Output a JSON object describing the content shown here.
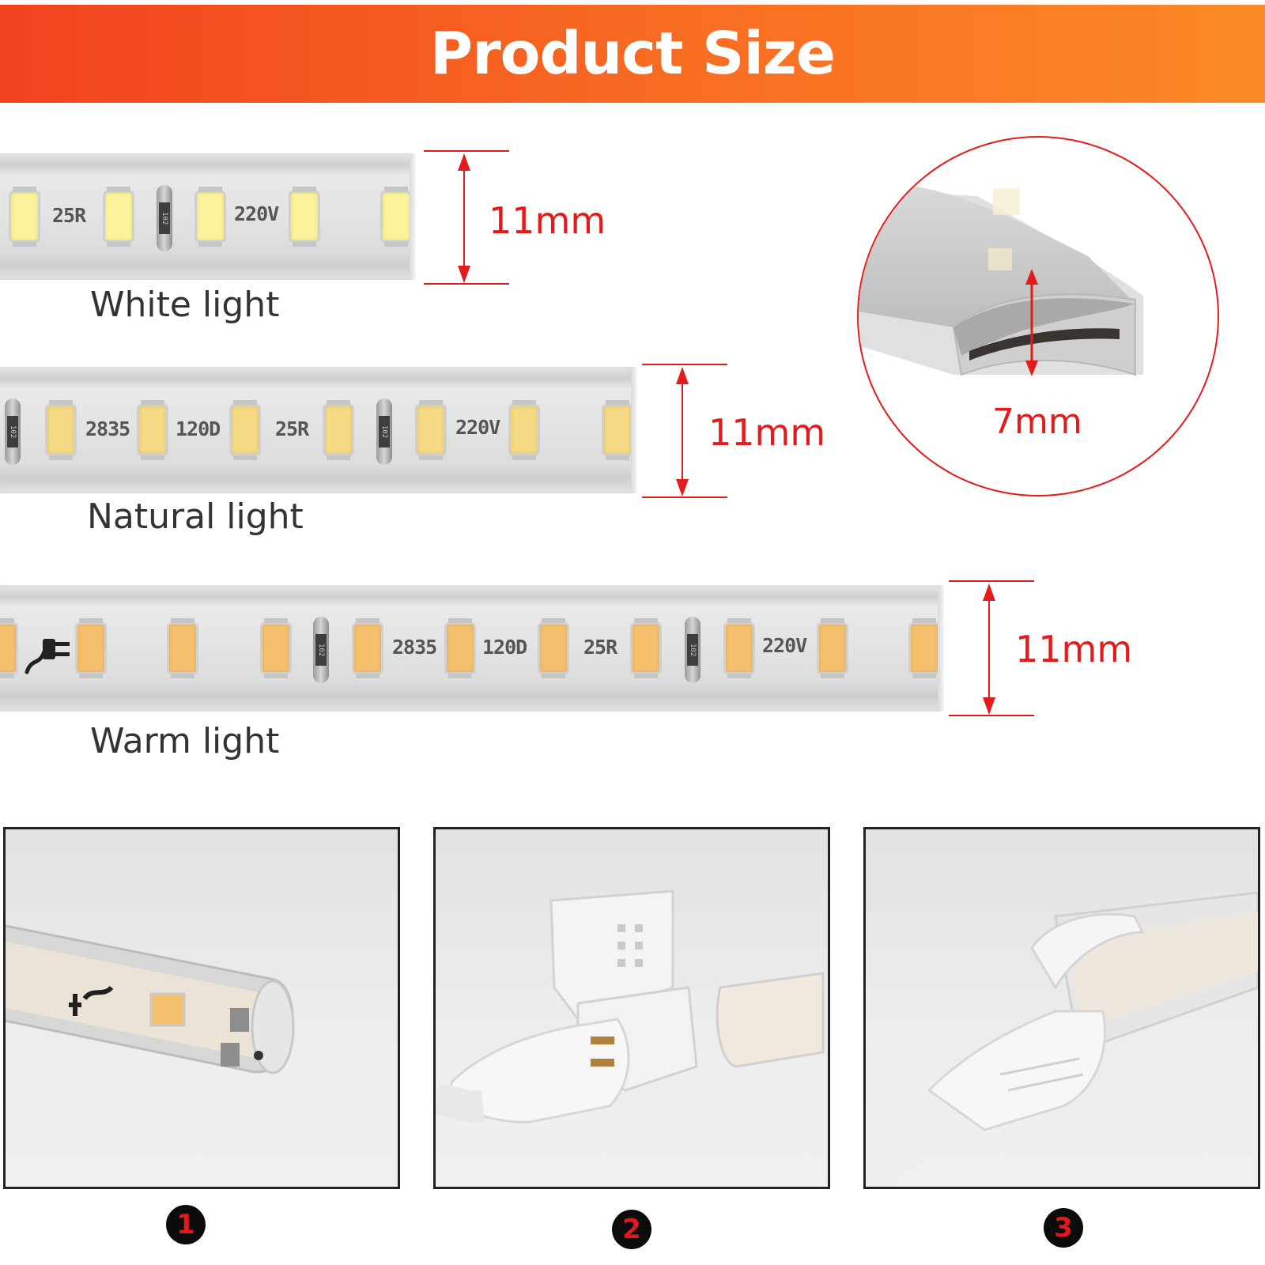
{
  "header": {
    "title": "Product Size"
  },
  "strips": [
    {
      "label": "White light",
      "dimension": "11mm",
      "markings": [
        "25R",
        "220V"
      ],
      "resistor_code": "102"
    },
    {
      "label": "Natural light",
      "dimension": "11mm",
      "markings": [
        "2835",
        "120D",
        "25R",
        "220V"
      ],
      "resistor_code": "102"
    },
    {
      "label": "Warm light",
      "dimension": "11mm",
      "markings": [
        "2835",
        "120D",
        "25R",
        "220V"
      ],
      "resistor_code": "102"
    }
  ],
  "cross_section": {
    "dimension": "7mm"
  },
  "photos": [
    {
      "number": "1"
    },
    {
      "number": "2"
    },
    {
      "number": "3"
    }
  ],
  "colors": {
    "accent_red": "#e51a1a",
    "banner_start": "#f1421f",
    "banner_end": "#fb8a26"
  }
}
